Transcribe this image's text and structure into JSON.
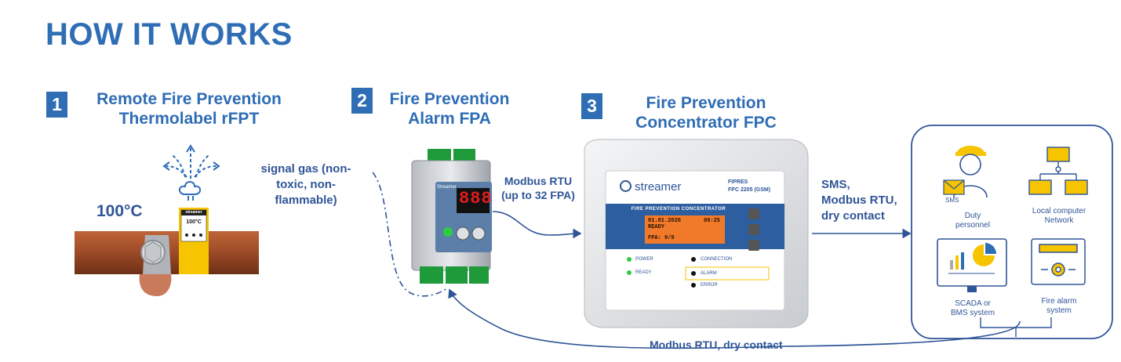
{
  "heading": "HOW IT WORKS",
  "steps": [
    {
      "number": "1",
      "title_line1": "Remote Fire Prevention",
      "title_line2": "Thermolabel rFPT"
    },
    {
      "number": "2",
      "title_line1": "Fire Prevention",
      "title_line2": "Alarm FPA"
    },
    {
      "number": "3",
      "title_line1": "Fire Prevention",
      "title_line2": "Concentrator FPC"
    }
  ],
  "thermolabel": {
    "temperature": "100°C",
    "brand": "streamer",
    "label_temp": "100°C"
  },
  "signal_gas": {
    "line1": "signal gas (non-",
    "line2": "toxic, non-",
    "line3": "flammable)"
  },
  "modbus_fpa": {
    "line1": "Modbus RTU",
    "line2": "(up to 32 FPA)"
  },
  "fpa_device": {
    "brand": "Streamer",
    "display": "888"
  },
  "fpc_device": {
    "brand": "streamer",
    "model_line1": "FIPRES",
    "model_line2": "FPC 2205 (GSM)",
    "panel_title": "FIRE PREVENTION CONCENTRATOR",
    "lcd_date": "01.01.2020",
    "lcd_time": "00:25",
    "lcd_status": "READY",
    "lcd_fpa": "FPA: 9/9",
    "led_power": "POWER",
    "led_ready": "READY",
    "led_connection": "CONNECTION",
    "led_alarm": "ALARM",
    "led_error": "ERROR"
  },
  "outputs": {
    "line1": "SMS,",
    "line2": "Modbus RTU,",
    "line3": "dry contact"
  },
  "bottom_link": "Modbus RTU, dry contact",
  "destinations": {
    "sms_tag": "SMS",
    "duty_line1": "Duty",
    "duty_line2": "personnel",
    "network_line1": "Local computer",
    "network_line2": "Network",
    "scada_line1": "SCADA or",
    "scada_line2": "BMS system",
    "firealarm_line1": "Fire alarm",
    "firealarm_line2": "system"
  },
  "colors": {
    "accent": "#2f6db5",
    "text": "#2f5597",
    "copper": "#a0522d",
    "yellow": "#f6c400",
    "orange_lcd": "#f07a2a",
    "led_green": "#2ecc40",
    "terminal_green": "#1e9a3a"
  }
}
